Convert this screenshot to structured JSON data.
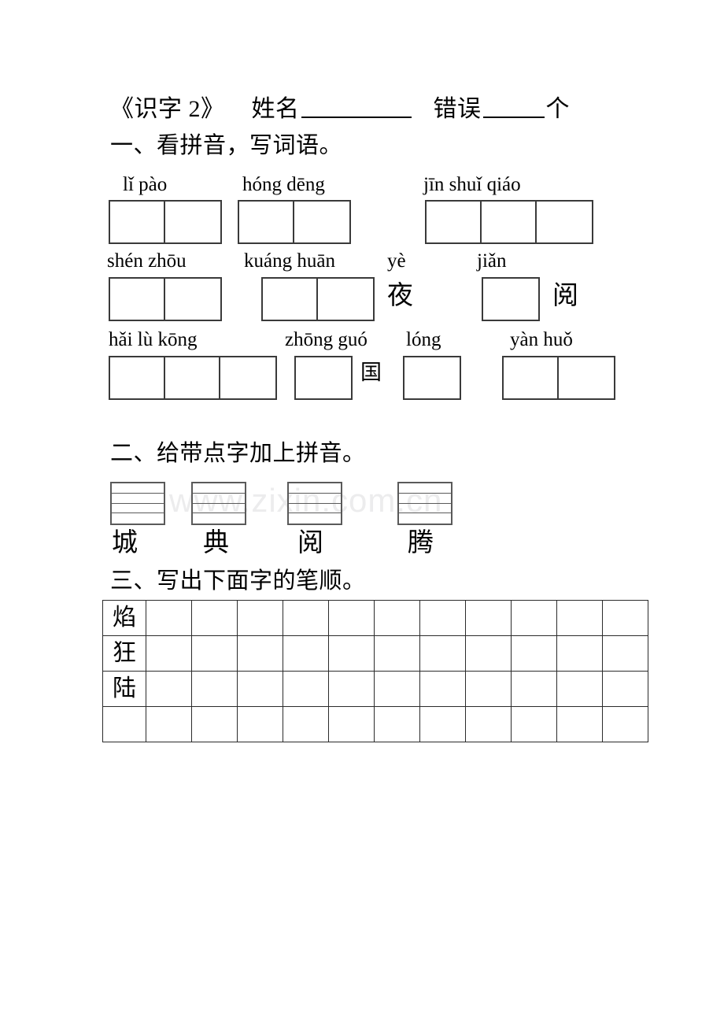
{
  "watermark": "www.zixin.com.cn",
  "title": {
    "lesson": "《识字 2》",
    "name_label": "姓名",
    "errors_label": "错误",
    "unit": "个"
  },
  "sections": [
    {
      "heading": "一、看拼音，写词语。"
    },
    {
      "heading": "二、给带点字加上拼音。"
    },
    {
      "heading": "三、写出下面字的笔顺。"
    }
  ],
  "section1": {
    "row1": {
      "groups": [
        {
          "pinyin": "lǐ  pào",
          "boxes": 2
        },
        {
          "pinyin": "hóng  dēng",
          "boxes": 2
        },
        {
          "pinyin": "jīn  shuǐ  qiáo",
          "boxes": 3
        }
      ]
    },
    "row2": {
      "pinyin_line": {
        "a": "shén  zhōu",
        "b": "kuáng  huān",
        "c": "yè",
        "d": "jiǎn"
      },
      "groups": [
        {
          "boxes": 2
        },
        {
          "boxes": 2
        }
      ],
      "given_1": "夜",
      "given_2": "阅",
      "single_box": 1
    },
    "row3": {
      "pinyin_line": {
        "a": "hǎi  lù  kōng",
        "b": "zhōng  guó",
        "c": "lóng",
        "d": "yàn  huǒ"
      },
      "groups": [
        {
          "boxes": 3
        },
        {
          "boxes": 1
        },
        {
          "boxes": 1
        },
        {
          "boxes": 2
        }
      ],
      "given_1": "国"
    }
  },
  "section2": {
    "items": [
      {
        "char": "城"
      },
      {
        "char": "典"
      },
      {
        "char": "阅"
      },
      {
        "char": "腾"
      }
    ]
  },
  "section3": {
    "columns": 12,
    "rows": [
      {
        "char": "焰"
      },
      {
        "char": "狂"
      },
      {
        "char": "陆"
      },
      {
        "char": ""
      }
    ]
  }
}
